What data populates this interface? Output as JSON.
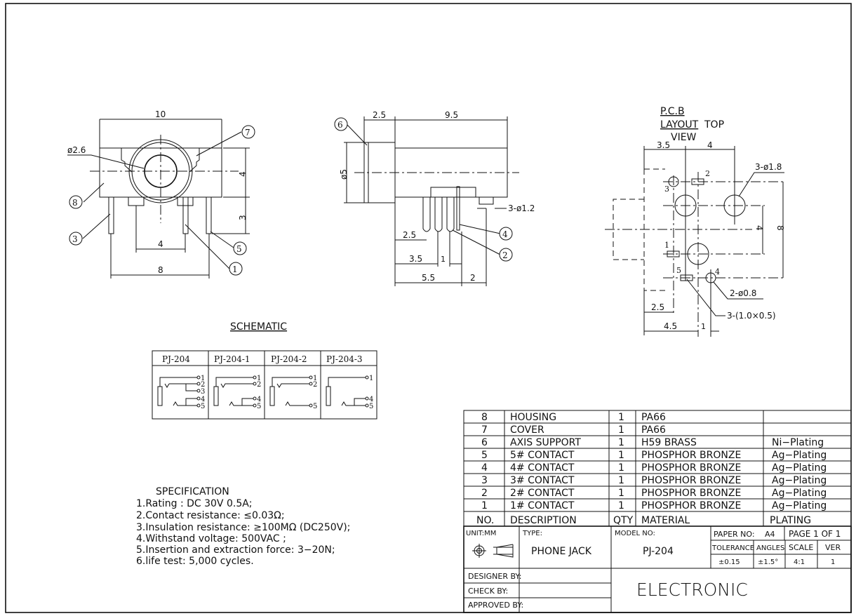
{
  "front_view": {
    "dim_width": "10",
    "dim_hole": "ø2.6",
    "dim_height": "4",
    "dim_pin_len": "3",
    "dim_pin_spacing": "4",
    "dim_pin_outer": "8",
    "balloons": [
      "8",
      "7",
      "3",
      "1",
      "5"
    ]
  },
  "side_view": {
    "dim_axis_len": "2.5",
    "dim_body_len": "9.5",
    "dim_dia": "ø5",
    "dim_pin_hole": "3-ø1.2",
    "dim_a": "2.5",
    "dim_b": "3.5",
    "dim_c": "1",
    "dim_d": "5.5",
    "dim_e": "2",
    "balloons": [
      "6",
      "4",
      "2"
    ]
  },
  "pcb": {
    "title_line1": "P.C.B",
    "title_line2": "LAYOUT",
    "title_overlap": "TOP",
    "title_line3": "VIEW",
    "dim_a": "3.5",
    "dim_b": "4",
    "dim_holes": "3-ø1.8",
    "dim_v4": "4",
    "dim_v8": "8",
    "dim_small_holes": "2-ø0.8",
    "dim_slots": "3-(1.0×0.5)",
    "dim_c": "2.5",
    "dim_d": "4.5",
    "dim_e": "1",
    "pin_labels": [
      "1",
      "2",
      "3",
      "4",
      "5"
    ]
  },
  "schematic": {
    "title": "SCHEMATIC",
    "columns": [
      "PJ-204",
      "PJ-204-1",
      "PJ-204-2",
      "PJ-204-3"
    ],
    "pins": [
      "1",
      "2",
      "3",
      "4",
      "5"
    ]
  },
  "specification": {
    "title": "SPECIFICATION",
    "items": [
      "1.Rating : DC 30V 0.5A;",
      "2.Contact resistance: ≤0.03Ω;",
      "3.Insulation resistance: ≥100MΩ (DC250V);",
      "4.Withstand voltage: 500VAC ;",
      "5.Insertion and extraction force: 3−20N;",
      "6.life test: 5,000 cycles."
    ]
  },
  "bom": {
    "rows": [
      {
        "no": "8",
        "desc": "HOUSING",
        "qty": "1",
        "material": "PA66",
        "plating": ""
      },
      {
        "no": "7",
        "desc": "COVER",
        "qty": "1",
        "material": "PA66",
        "plating": ""
      },
      {
        "no": "6",
        "desc": "AXIS SUPPORT",
        "qty": "1",
        "material": "H59 BRASS",
        "plating": "Ni−Plating"
      },
      {
        "no": "5",
        "desc": "5# CONTACT",
        "qty": "1",
        "material": "PHOSPHOR BRONZE",
        "plating": "Ag−Plating"
      },
      {
        "no": "4",
        "desc": "4# CONTACT",
        "qty": "1",
        "material": "PHOSPHOR BRONZE",
        "plating": "Ag−Plating"
      },
      {
        "no": "3",
        "desc": "3# CONTACT",
        "qty": "1",
        "material": "PHOSPHOR BRONZE",
        "plating": "Ag−Plating"
      },
      {
        "no": "2",
        "desc": "2# CONTACT",
        "qty": "1",
        "material": "PHOSPHOR BRONZE",
        "plating": "Ag−Plating"
      },
      {
        "no": "1",
        "desc": "1# CONTACT",
        "qty": "1",
        "material": "PHOSPHOR BRONZE",
        "plating": "Ag−Plating"
      }
    ],
    "header": {
      "no": "NO.",
      "desc": "DESCRIPTION",
      "qty": "QTY",
      "material": "MATERIAL",
      "plating": "PLATING"
    }
  },
  "title_block": {
    "unit": "UNIT:MM",
    "type_label": "TYPE:",
    "type_value": "PHONE JACK",
    "model_label": "MODEL NO:",
    "model_value": "PJ-204",
    "paper_no": "PAPER NO:",
    "paper_size": "A4",
    "page": "PAGE 1 OF 1",
    "tolerance_label": "TOLERANCE",
    "angles_label": "ANGLES",
    "scale_label": "SCALE",
    "ver_label": "VER",
    "tolerance": "±0.15",
    "angles": "±1.5°",
    "scale": "4:1",
    "ver": "1",
    "designer": "DESIGNER BY:",
    "check": "CHECK BY:",
    "approved": "APPROVED BY:",
    "company": "ELECTRONIC"
  }
}
